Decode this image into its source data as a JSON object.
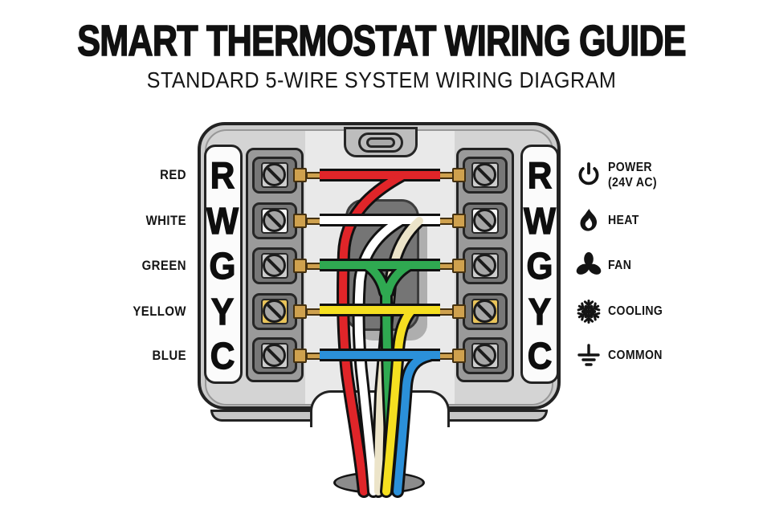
{
  "title": "SMART THERMOSTAT WIRING GUIDE",
  "subtitle": "STANDARD 5-WIRE SYSTEM WIRING DIAGRAM",
  "rows": [
    {
      "wire_label": "RED",
      "terminal": "R",
      "legend": "POWER",
      "legend_line2": "(24V AC)",
      "icon": "power-icon",
      "wire_color": "#e02529"
    },
    {
      "wire_label": "WHITE",
      "terminal": "W",
      "legend": "HEAT",
      "legend_line2": "",
      "icon": "heat-flame-icon",
      "wire_color": "#ffffff"
    },
    {
      "wire_label": "GREEN",
      "terminal": "G",
      "legend": "FAN",
      "legend_line2": "",
      "icon": "fan-icon",
      "wire_color": "#2fa951"
    },
    {
      "wire_label": "YELLOW",
      "terminal": "Y",
      "legend": "COOLING",
      "legend_line2": "",
      "icon": "snowflake-icon",
      "wire_color": "#f5df20"
    },
    {
      "wire_label": "BLUE",
      "terminal": "C",
      "legend": "COMMON",
      "legend_line2": "",
      "icon": "ground-icon",
      "wire_color": "#2b90d9"
    }
  ],
  "wire_shade_color": "#ece4c9",
  "terminal_highlight_colors": {
    "W": "#f5f5f5",
    "Y": "#e9c45a"
  },
  "outline_color": "#111111",
  "brass_color": "#cfa14e"
}
